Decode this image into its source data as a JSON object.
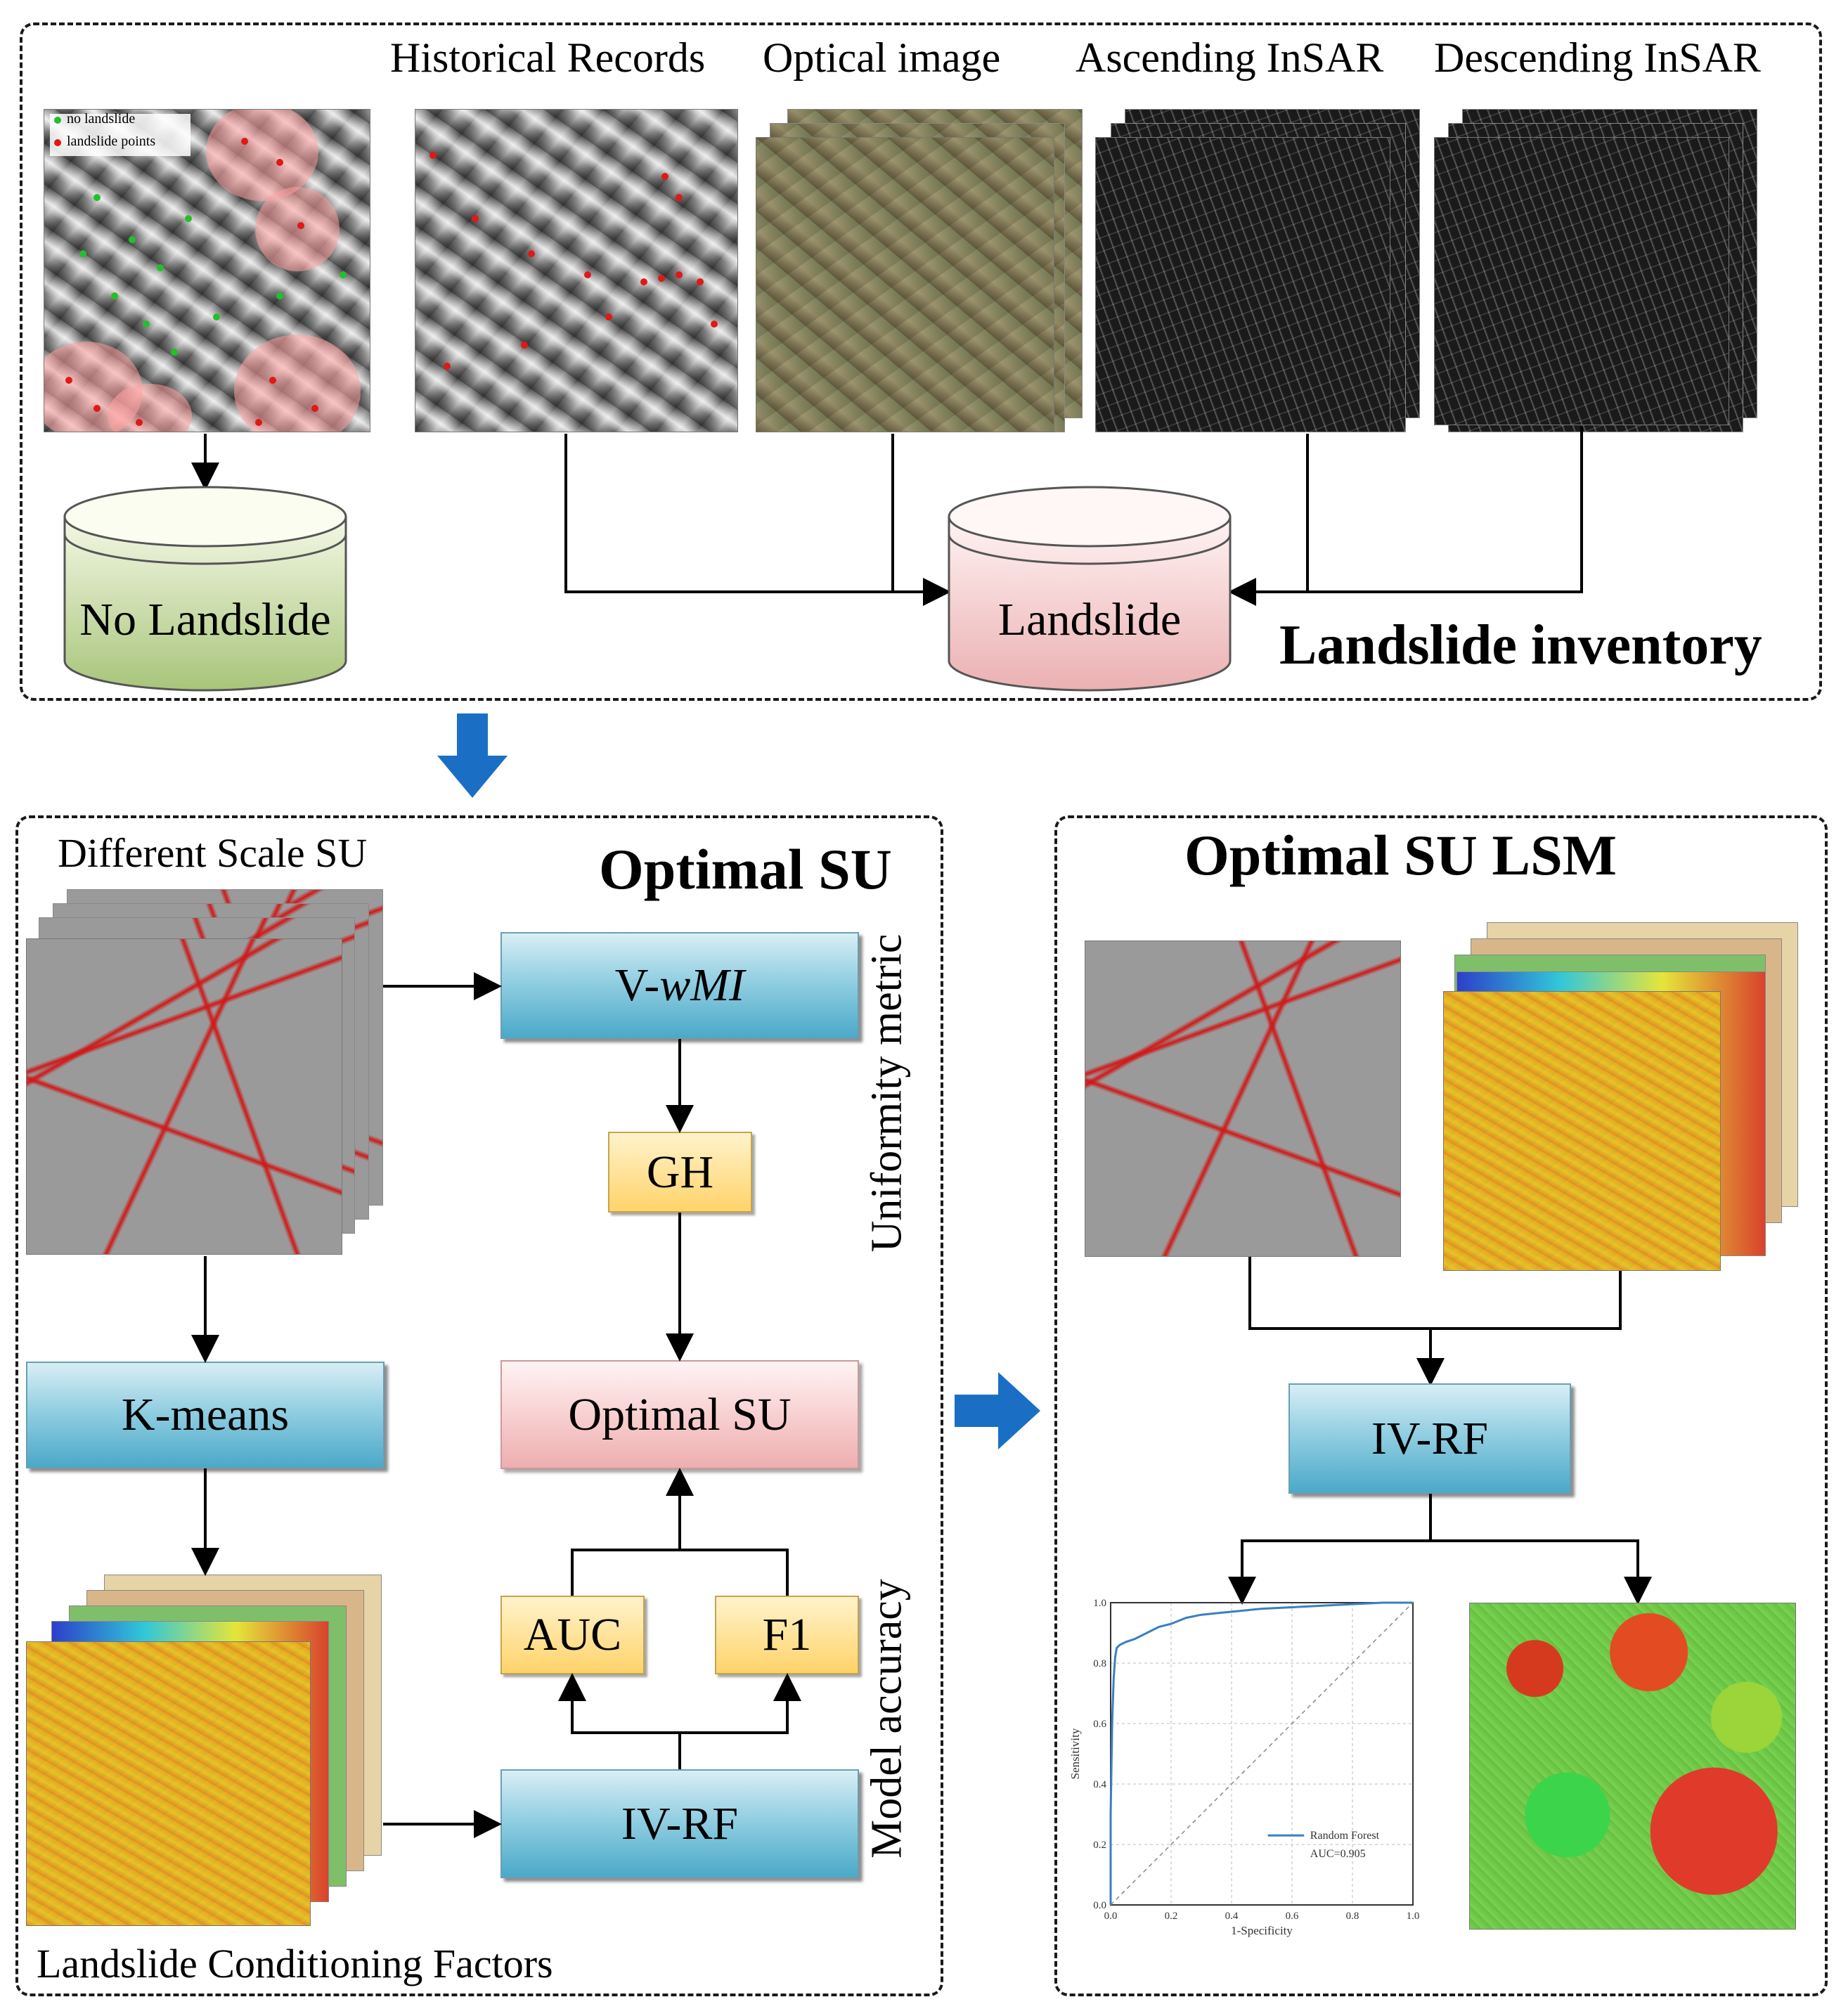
{
  "inventory": {
    "title": "Landslide inventory",
    "source_labels": [
      "Historical Records",
      "Optical image",
      "Ascending InSAR",
      "Descending InSAR"
    ],
    "legend": {
      "no_landslide": "no landslide",
      "landslide_points": "landslide points"
    },
    "db_no_landslide": "No Landslide",
    "db_landslide": "Landslide"
  },
  "optimal_su": {
    "title": "Optimal SU",
    "different_scale": "Different Scale SU",
    "conditioning": "Landslide Conditioning Factors",
    "uniformity_metric": "Uniformity metric",
    "model_accuracy": "Model accuracy",
    "vwmi_prefix": "V-",
    "vwmi_italic": "wMI",
    "gh": "GH",
    "optimal_su_box": "Optimal SU",
    "kmeans": "K-means",
    "auc": "AUC",
    "f1": "F1",
    "ivrf": "IV-RF"
  },
  "lsm": {
    "title": "Optimal SU LSM",
    "ivrf": "IV-RF"
  },
  "roc_chart": {
    "chart_data": {
      "type": "line",
      "title": "",
      "xlabel": "1-Specificity",
      "ylabel": "Sensitivity",
      "xlim": [
        0.0,
        1.0
      ],
      "ylim": [
        0.0,
        1.0
      ],
      "x_ticks": [
        "0.0",
        "0.2",
        "0.4",
        "0.6",
        "0.8",
        "1.0"
      ],
      "y_ticks": [
        "0.0",
        "0.2",
        "0.4",
        "0.6",
        "0.8",
        "1.0"
      ],
      "grid": true,
      "legend_position": "bottom-right",
      "series": [
        {
          "name": "Random Forest",
          "color": "#3a7fc1",
          "x": [
            0.0,
            0.0,
            0.005,
            0.01,
            0.015,
            0.02,
            0.03,
            0.05,
            0.08,
            0.12,
            0.16,
            0.2,
            0.25,
            0.3,
            0.35,
            0.4,
            0.5,
            0.6,
            0.7,
            0.8,
            0.9,
            1.0
          ],
          "y": [
            0.0,
            0.3,
            0.6,
            0.75,
            0.82,
            0.85,
            0.86,
            0.87,
            0.88,
            0.9,
            0.92,
            0.93,
            0.95,
            0.96,
            0.965,
            0.97,
            0.98,
            0.985,
            0.99,
            0.995,
            1.0,
            1.0
          ]
        },
        {
          "name": "",
          "color": "#888888",
          "dashed": true,
          "x": [
            0.0,
            1.0
          ],
          "y": [
            0.0,
            1.0
          ]
        }
      ],
      "annotation": "AUC=0.905"
    }
  }
}
